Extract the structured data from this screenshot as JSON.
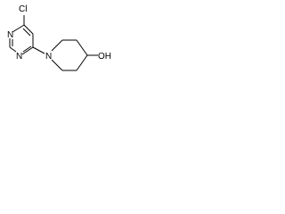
{
  "structure": {
    "atoms": {
      "chlorine": "Cl",
      "ring_nitrogen_top": "N",
      "ring_nitrogen_bottom": "N",
      "piperidine_nitrogen": "N",
      "hydroxyl": "OH"
    }
  },
  "colors": {
    "bond": "#000000",
    "label": "#000000",
    "background": "#ffffff"
  }
}
